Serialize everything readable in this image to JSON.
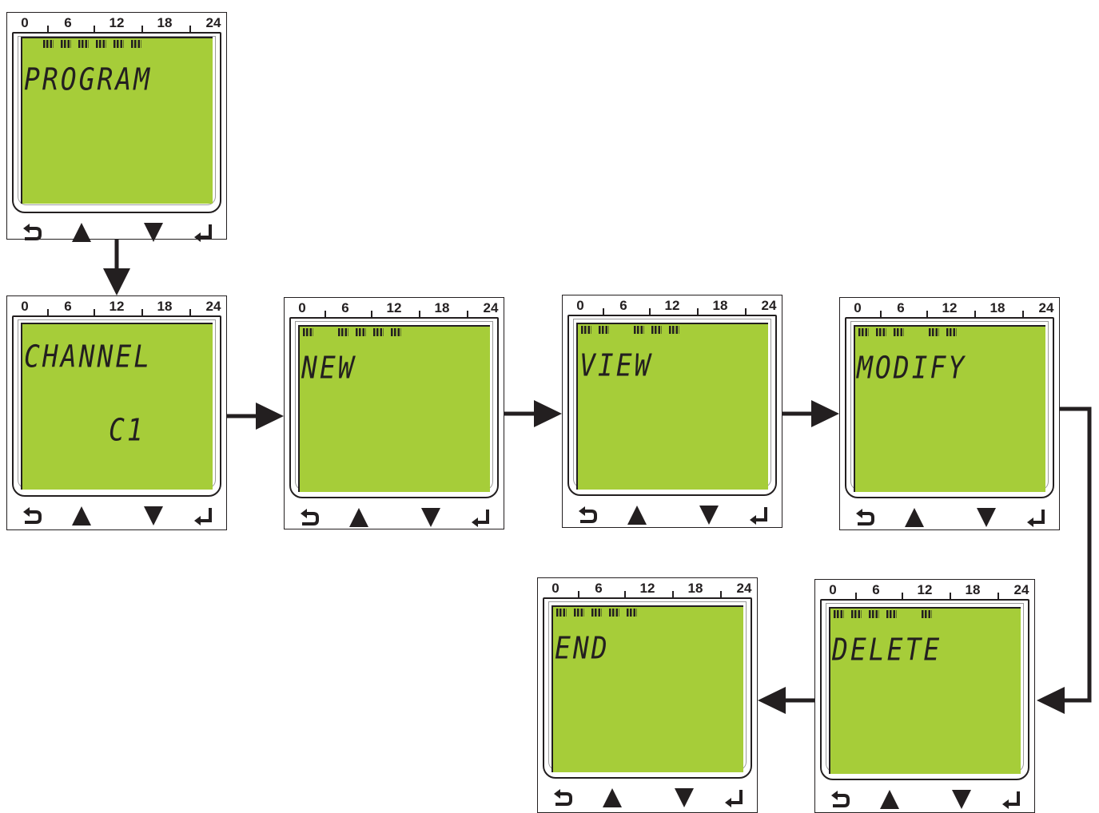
{
  "scale_labels": [
    "0",
    "6",
    "12",
    "18",
    "24"
  ],
  "button_icons": [
    "back-icon",
    "up-triangle-icon",
    "down-triangle-icon",
    "enter-icon"
  ],
  "colors": {
    "lcd": "#a6cd39",
    "ink": "#231f20"
  },
  "screens": [
    {
      "id": "program",
      "text": "PROGRAM",
      "segments": [
        1,
        2,
        3,
        4,
        5,
        6
      ]
    },
    {
      "id": "channel",
      "text": "CHANNEL",
      "sub": "C1",
      "segments": []
    },
    {
      "id": "new",
      "text": "NEW",
      "segments": [
        0,
        2,
        3,
        4,
        5
      ]
    },
    {
      "id": "view",
      "text": "VIEW",
      "segments": [
        0,
        1,
        3,
        4,
        5
      ]
    },
    {
      "id": "modify",
      "text": "MODIFY",
      "segments": [
        0,
        1,
        2,
        4,
        5
      ]
    },
    {
      "id": "delete",
      "text": "DELETE",
      "segments": [
        0,
        1,
        2,
        3,
        5
      ]
    },
    {
      "id": "end",
      "text": "END",
      "segments": [
        0,
        1,
        2,
        3,
        4
      ]
    }
  ]
}
